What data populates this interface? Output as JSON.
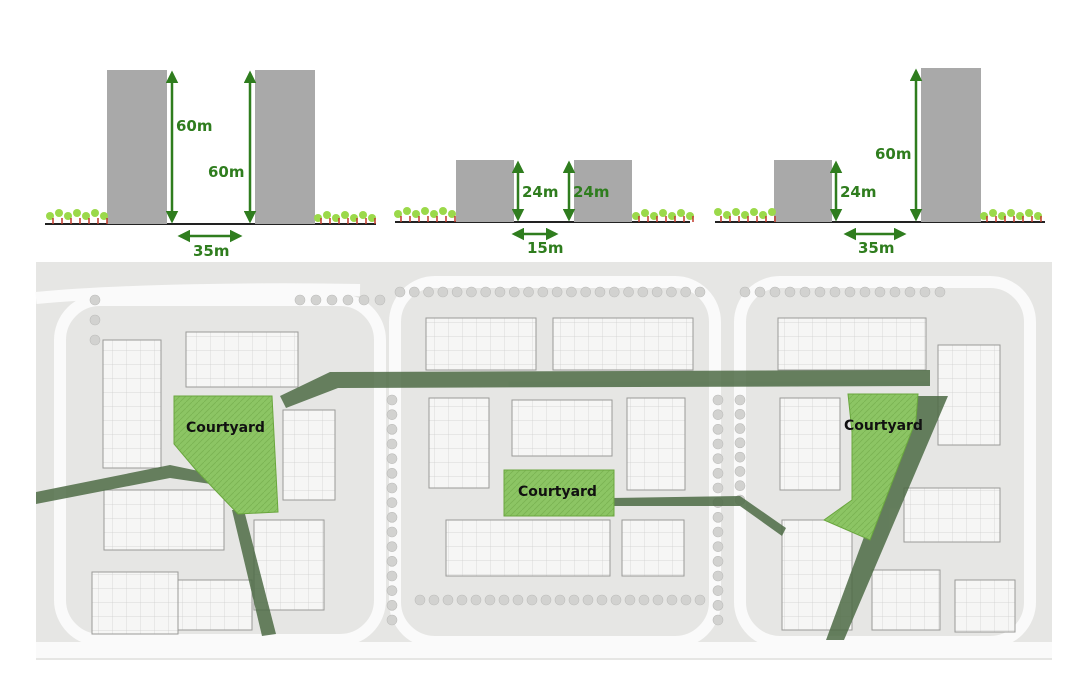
{
  "colors": {
    "accent_green": "#2f7d1e",
    "courtyard_fill": "#8cc564",
    "walkway_fill": "#4d6b45",
    "building_grey": "#a9a9a9",
    "plan_background": "#e6e6e4",
    "tree_green": "#9bd94a",
    "flower_red": "#c0392b"
  },
  "sections": [
    {
      "left_height_label": "60m",
      "right_height_label": "60m",
      "gap_label": "35m"
    },
    {
      "left_height_label": "24m",
      "right_height_label": "24m",
      "gap_label": "15m"
    },
    {
      "left_height_label": "24m",
      "right_height_label": "60m",
      "gap_label": "35m"
    }
  ],
  "site_plan": {
    "courtyard_labels": [
      "Courtyard",
      "Courtyard",
      "Courtyard"
    ]
  }
}
